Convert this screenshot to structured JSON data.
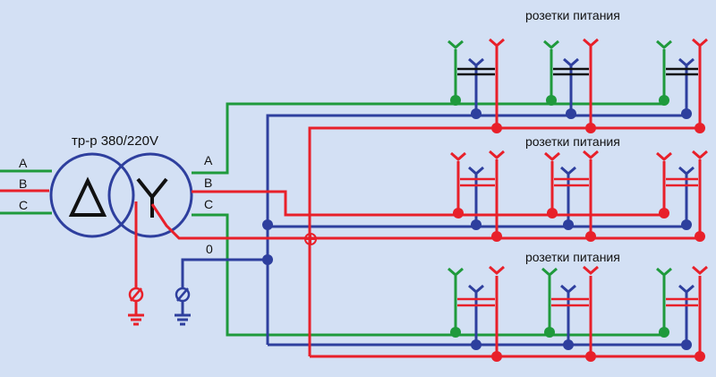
{
  "transformer_label": "тр-р 380/220V",
  "primary_phases": [
    "A",
    "B",
    "C"
  ],
  "secondary_phases": [
    "A",
    "B",
    "C"
  ],
  "neutral_label": "0",
  "socket_group_label": "розетки питания",
  "colors": {
    "background": "#d3e0f4",
    "phase_a": "#1f9a3c",
    "phase_b": "#e8202a",
    "phase_c": "#2e3f9e",
    "transformer_outline": "#2e3f9e",
    "winding_symbol": "#111111",
    "contact_bar": "#111111"
  },
  "icons": {
    "delta": "delta-winding-icon",
    "star": "star-winding-icon",
    "ground": "ground-icon",
    "socket": "socket-icon"
  }
}
